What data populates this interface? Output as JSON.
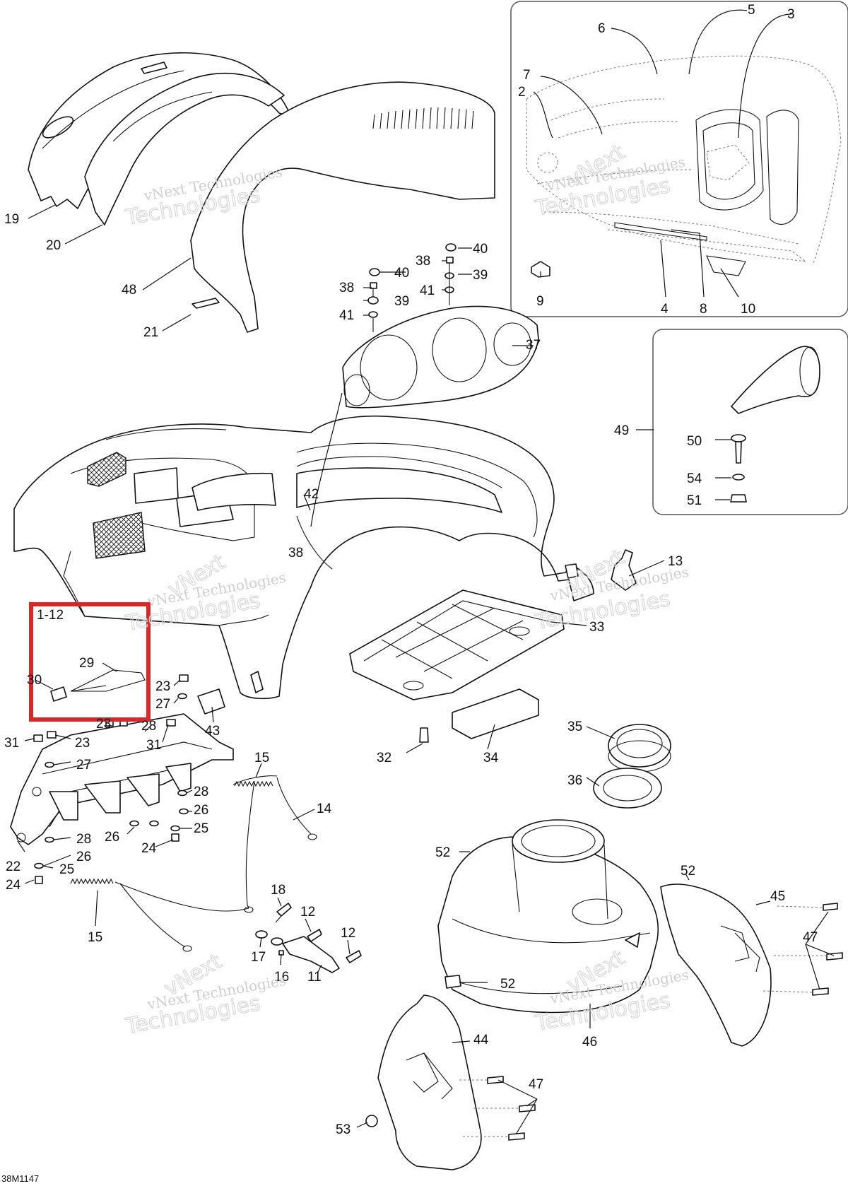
{
  "diagram": {
    "callouts": {
      "c19": "19",
      "c20": "20",
      "c48": "48",
      "c21": "21",
      "c6": "6",
      "c5": "5",
      "c3": "3",
      "c7": "7",
      "c2": "2",
      "c9": "9",
      "c4": "4",
      "c8": "8",
      "c10": "10",
      "c38a": "38",
      "c40a": "40",
      "c39a": "39",
      "c41a": "41",
      "c38b": "38",
      "c40b": "40",
      "c39b": "39",
      "c41b": "41",
      "c37": "37",
      "c42": "42",
      "c38c": "38",
      "c49": "49",
      "c50": "50",
      "c54": "54",
      "c51": "51",
      "c13": "13",
      "c33": "33",
      "c32": "32",
      "c34": "34",
      "c35": "35",
      "c36": "36",
      "c29": "29",
      "c30": "30",
      "c1_12": "1-12",
      "c23a": "23",
      "c27a": "27",
      "c43": "43",
      "c23b": "23",
      "c28a": "28",
      "c31a": "31",
      "c31b": "31",
      "c23c": "23",
      "c27b": "27",
      "c28b": "28",
      "c26a": "26",
      "c25a": "25",
      "c26b": "26",
      "c24a": "24",
      "c28c": "28",
      "c26c": "26",
      "c25b": "25",
      "c22": "22",
      "c24b": "24",
      "c15a": "15",
      "c14": "14",
      "c15b": "15",
      "c18": "18",
      "c12a": "12",
      "c12b": "12",
      "c17": "17",
      "c16": "16",
      "c11": "11",
      "c52a": "52",
      "c52b": "52",
      "c52c": "52",
      "c45": "45",
      "c47a": "47",
      "c46": "46",
      "c44": "44",
      "c47b": "47",
      "c53": "53"
    },
    "watermark_line1": "vNext Technologies",
    "watermark_line2": "Technologies",
    "watermark_line3": "vNext",
    "drawing_code": "38M1147",
    "highlight_color": "#d62828"
  }
}
